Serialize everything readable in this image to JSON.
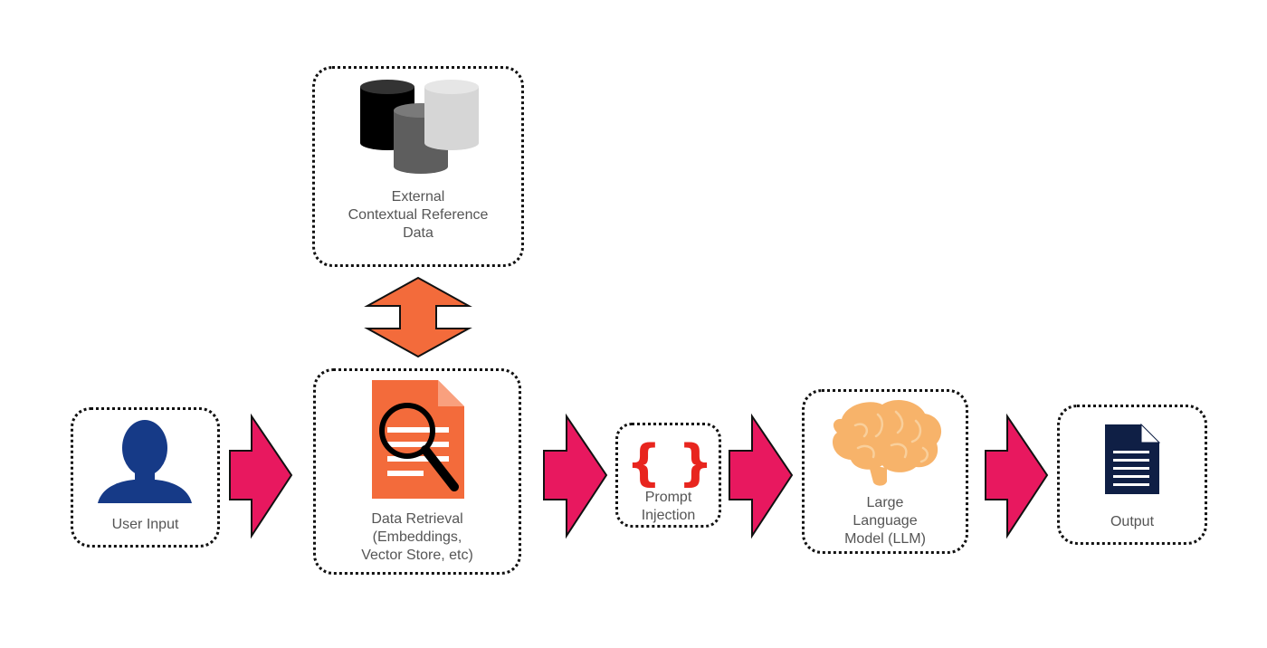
{
  "nodes": {
    "external_data": {
      "lines": [
        "External",
        "Contextual Reference",
        "Data"
      ],
      "icon": "database-cylinders-icon"
    },
    "user_input": {
      "lines": [
        "User Input"
      ],
      "icon": "user-silhouette-icon"
    },
    "data_retrieval": {
      "lines": [
        "Data Retrieval",
        "(Embeddings,",
        "Vector Store, etc)"
      ],
      "icon": "document-search-icon"
    },
    "prompt_injection": {
      "lines": [
        "Prompt",
        "Injection"
      ],
      "icon": "curly-braces-icon"
    },
    "llm": {
      "lines": [
        "Large",
        "Language",
        "Model (LLM)"
      ],
      "icon": "brain-icon"
    },
    "output": {
      "lines": [
        "Output"
      ],
      "icon": "document-icon"
    }
  },
  "colors": {
    "flow_arrow": "#E8185F",
    "bidirectional_arrow": "#F36B3B",
    "document_orange": "#F36B3B",
    "user_blue": "#163A87",
    "brace_red": "#E8251E",
    "brain_orange": "#F7B36A",
    "output_navy": "#0F1F45",
    "db_black": "#000000",
    "db_gray": "#5E5E5E",
    "db_light": "#D6D6D6"
  }
}
